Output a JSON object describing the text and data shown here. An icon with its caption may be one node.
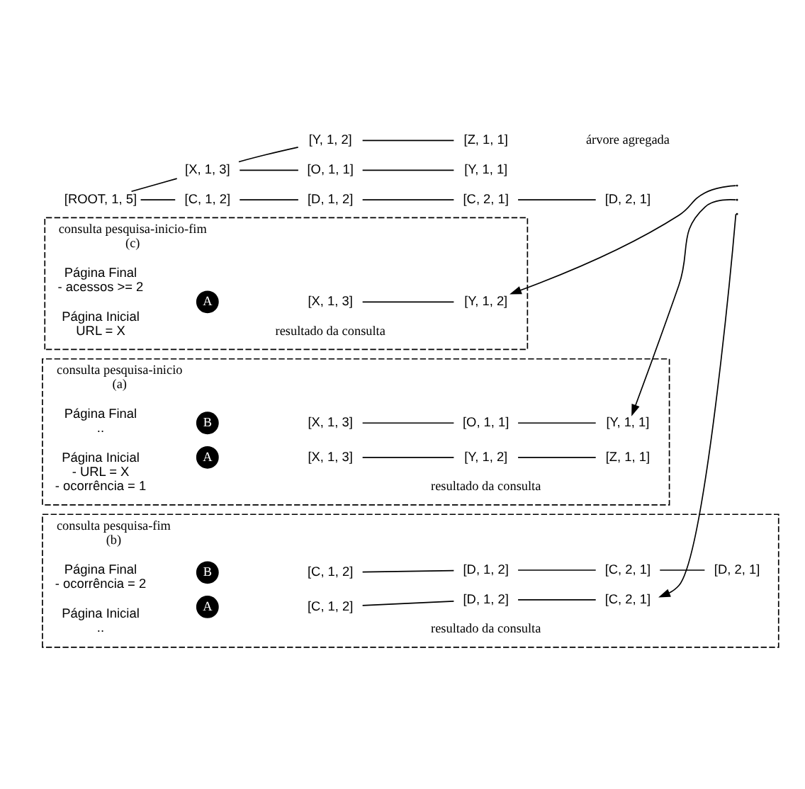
{
  "diagram": {
    "nodes": [
      {
        "text": [
          "[ROOT, 1, 5]"
        ]
      },
      {
        "text": [
          "[X, 1, 3]"
        ]
      },
      {
        "text": [
          "[Y, 1, 2]"
        ]
      },
      {
        "text": [
          "[Z, 1, 1]"
        ]
      },
      {
        "text": [
          "[O, 1, 1]"
        ]
      },
      {
        "text": [
          "[Y, 1, 1]"
        ]
      },
      {
        "text": [
          "[C, 1, 2]"
        ]
      },
      {
        "text": [
          "[D, 1, 2]"
        ]
      },
      {
        "text": [
          "[C, 2, 1]"
        ]
      },
      {
        "text": [
          "[D, 2, 1]"
        ]
      },
      {
        "text": [
          "consulta pesquisa-inicio",
          "(a)"
        ]
      },
      {
        "text": [
          "Página Inicial",
          "- URL = X",
          "- ocorrência = 1"
        ],
        "in": 10
      },
      {
        "text": [
          "Página Final",
          ".."
        ],
        "in": 10
      },
      {
        "text": [
          "A"
        ],
        "in": 10
      },
      {
        "text": [
          "[X, 1, 3]"
        ],
        "in": 10
      },
      {
        "text": [
          "[Y, 1, 2]"
        ],
        "in": 10
      },
      {
        "text": [
          "[Z, 1, 1]"
        ],
        "in": 10
      },
      {
        "text": [
          "B"
        ],
        "in": 10
      },
      {
        "text": [
          "[X, 1, 3]"
        ],
        "in": 10
      },
      {
        "text": [
          "[O, 1, 1]"
        ],
        "in": 10
      },
      {
        "text": [
          "[Y, 1, 1]"
        ],
        "in": 10
      },
      {
        "text": [
          "consulta pesquisa-fim",
          "(b)"
        ]
      },
      {
        "text": [
          "Página Inicial",
          ".."
        ],
        "in": 21
      },
      {
        "text": [
          "Página Final",
          "- ocorrência = 2"
        ],
        "in": 21
      },
      {
        "text": [
          "A"
        ],
        "in": 21
      },
      {
        "text": [
          "[C, 1, 2]"
        ],
        "in": 21
      },
      {
        "text": [
          "[D, 1, 2]"
        ],
        "in": 21
      },
      {
        "text": [
          "[C, 2, 1]"
        ],
        "in": 21
      },
      {
        "text": [
          "B"
        ],
        "in": 21
      },
      {
        "text": [
          "[C, 1, 2]"
        ],
        "in": 21
      },
      {
        "text": [
          "[D, 1, 2]"
        ],
        "in": 21
      },
      {
        "text": [
          "[C, 2, 1]"
        ],
        "in": 21
      },
      {
        "text": [
          "[D, 2, 1]"
        ],
        "in": 21
      },
      {
        "text": [
          "consulta pesquisa-inicio-fim",
          "(c)"
        ]
      },
      {
        "text": [
          "Página Inicial",
          "URL = X"
        ],
        "in": 33
      },
      {
        "text": [
          "Página Final",
          "- acessos >= 2"
        ],
        "in": 33
      },
      {
        "text": [
          "A"
        ],
        "in": 33
      },
      {
        "text": [
          "[X, 1, 3]"
        ],
        "in": 33
      },
      {
        "text": [
          "[Y, 1, 2]"
        ],
        "in": 33
      }
    ],
    "edges": [
      {
        "from": 0,
        "to": 1,
        "arrow": "none"
      },
      {
        "from": 1,
        "to": 2,
        "arrow": "none"
      },
      {
        "from": 2,
        "to": 3,
        "arrow": "none"
      },
      {
        "from": 1,
        "to": 4,
        "arrow": "none"
      },
      {
        "from": 4,
        "to": 5,
        "arrow": "none"
      },
      {
        "from": 0,
        "to": 6,
        "arrow": "none"
      },
      {
        "from": 6,
        "to": 7,
        "arrow": "none"
      },
      {
        "from": 7,
        "to": 8,
        "arrow": "none"
      },
      {
        "from": 8,
        "to": 9,
        "arrow": "none"
      },
      {
        "from": 14,
        "to": 15,
        "arrow": "none"
      },
      {
        "from": 15,
        "to": 16,
        "arrow": "none"
      },
      {
        "from": 18,
        "to": 19,
        "arrow": "none"
      },
      {
        "from": 19,
        "to": 20,
        "arrow": "none"
      },
      {
        "from": 25,
        "to": 26,
        "arrow": "none"
      },
      {
        "from": 26,
        "to": 27,
        "arrow": "none"
      },
      {
        "from": 29,
        "to": 30,
        "arrow": "none"
      },
      {
        "from": 30,
        "to": 31,
        "arrow": "none"
      },
      {
        "from": 31,
        "to": 32,
        "arrow": "none"
      },
      {
        "from": 37,
        "to": 38,
        "arrow": "none"
      },
      {
        "from": null,
        "to": 38,
        "arrow": "to"
      },
      {
        "from": null,
        "to": 20,
        "arrow": "to"
      },
      {
        "from": null,
        "to": 27,
        "arrow": "to"
      }
    ],
    "labels": [
      "árvore agregada",
      "resultado da consulta",
      "resultado da consulta",
      "resultado da consulta"
    ]
  }
}
